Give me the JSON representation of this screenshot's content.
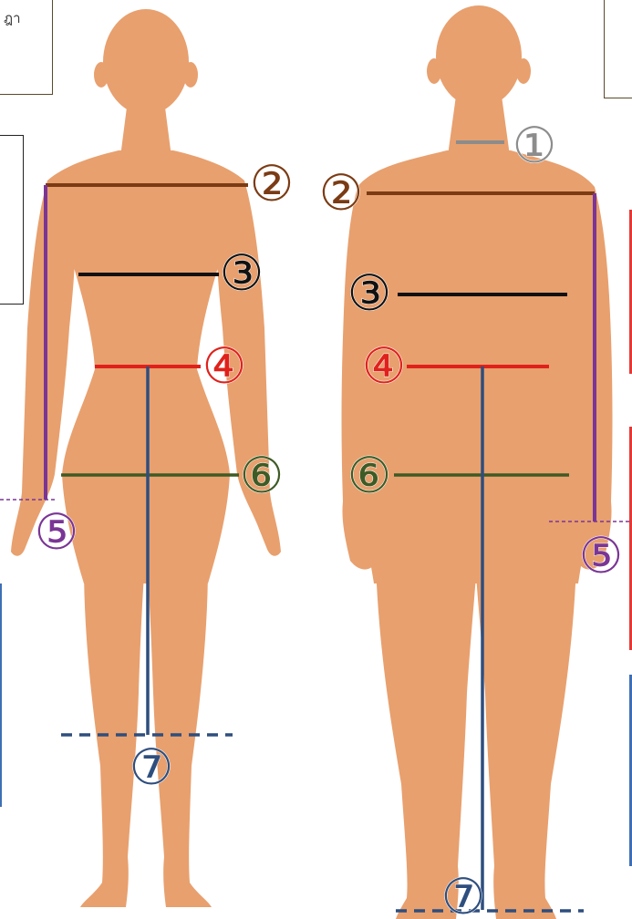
{
  "page": {
    "top_left_fragment": "ฎา"
  },
  "colors": {
    "skin": "#E8A06E",
    "neck": "#8C8C8C",
    "shoulder": "#7B3B14",
    "bust": "#111111",
    "waist": "#E0211B",
    "arm_length": "#7A3595",
    "hip": "#3E5B25",
    "leg_length": "#2E4E7E",
    "edge_red": "#E53935",
    "edge_blue": "#3E6FB5"
  },
  "markers": {
    "neck": "①",
    "shoulder": "②",
    "bust": "③",
    "waist": "④",
    "arm_length": "⑤",
    "hip": "⑥",
    "leg_length": "⑦"
  },
  "figures": [
    {
      "name": "female-front",
      "measurements": [
        "shoulder",
        "bust",
        "waist",
        "arm_length",
        "hip",
        "leg_length"
      ]
    },
    {
      "name": "male-front",
      "measurements": [
        "neck",
        "shoulder",
        "bust",
        "waist",
        "arm_length",
        "hip",
        "leg_length"
      ]
    }
  ]
}
